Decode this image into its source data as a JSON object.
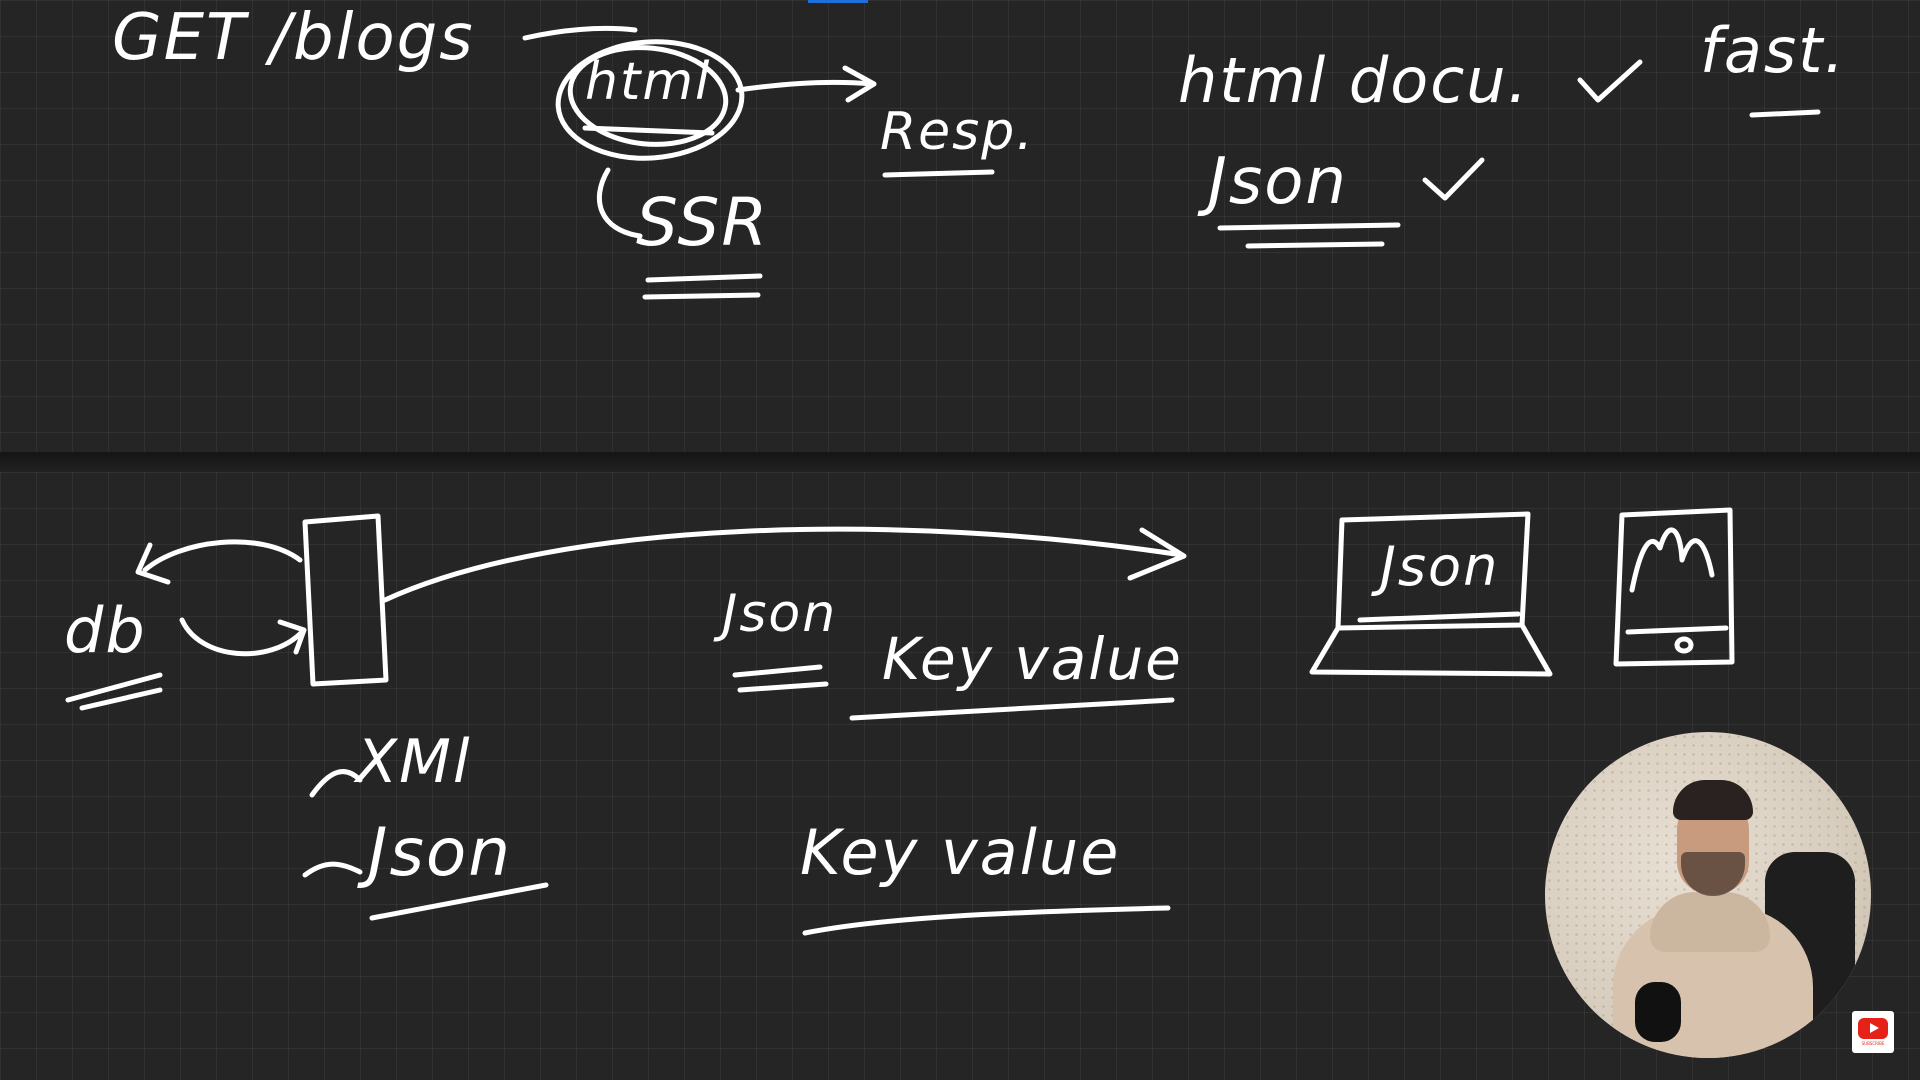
{
  "top_panel": {
    "get_request": "GET /blogs",
    "html_circled": "html",
    "resp": "Resp.",
    "ssr": "SSR",
    "html_docu": "html docu.",
    "checkmark": "✓",
    "fast": "fast.",
    "json": "Json"
  },
  "bottom_panel": {
    "db": "db",
    "json_label": "Json",
    "key_value_1": "Key value",
    "laptop_screen": "Json",
    "xml": "XMl",
    "tilde_json": "Json",
    "key_value_2": "Key value"
  },
  "overlay": {
    "subscribe_label": "SUBSCRIBE"
  },
  "colors": {
    "board": "#252525",
    "ink": "#ffffff",
    "accent": "#1e6fd9",
    "youtube_red": "#e62117"
  }
}
